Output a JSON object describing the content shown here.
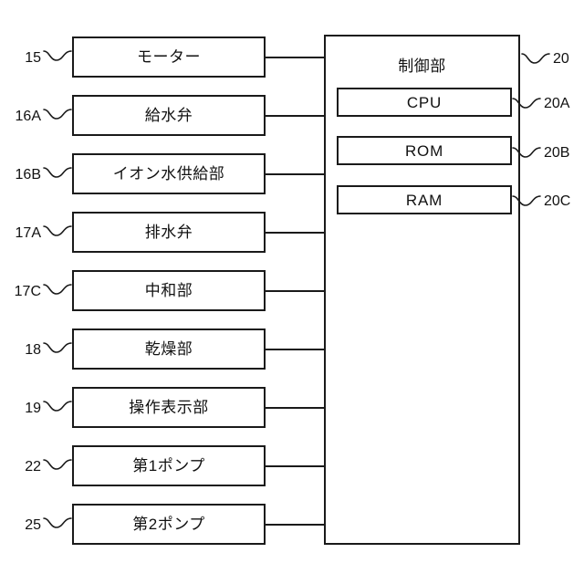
{
  "figure": {
    "type": "patent-block-diagram",
    "background_color": "#ffffff",
    "line_color": "#1a1a1a"
  },
  "peripherals": [
    {
      "ref": "15",
      "label": "モーター"
    },
    {
      "ref": "16A",
      "label": "給水弁"
    },
    {
      "ref": "16B",
      "label": "イオン水供給部"
    },
    {
      "ref": "17A",
      "label": "排水弁"
    },
    {
      "ref": "17C",
      "label": "中和部"
    },
    {
      "ref": "18",
      "label": "乾燥部"
    },
    {
      "ref": "19",
      "label": "操作表示部"
    },
    {
      "ref": "22",
      "label": "第1ポンプ"
    },
    {
      "ref": "25",
      "label": "第2ポンプ"
    }
  ],
  "control_unit": {
    "ref": "20",
    "title": "制御部",
    "modules": [
      {
        "ref": "20A",
        "label": "CPU"
      },
      {
        "ref": "20B",
        "label": "ROM"
      },
      {
        "ref": "20C",
        "label": "RAM"
      }
    ]
  }
}
